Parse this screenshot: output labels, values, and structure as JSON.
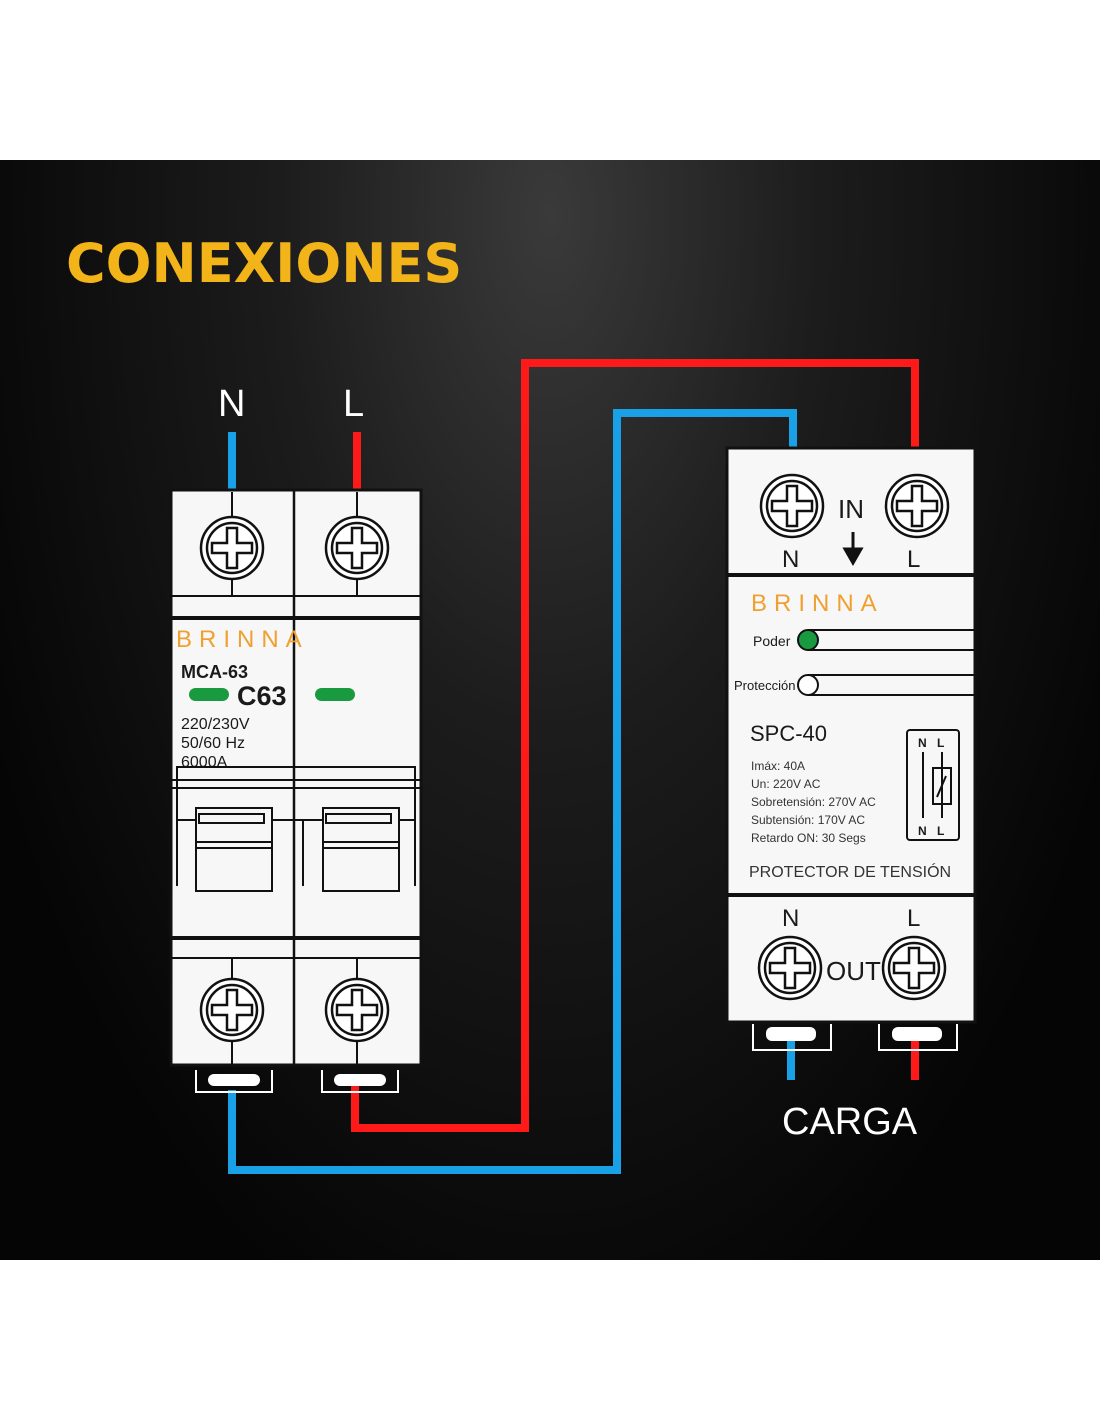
{
  "title": "CONEXIONES",
  "input_labels": {
    "n": "N",
    "l": "L"
  },
  "breaker": {
    "brand": "BRINNA",
    "model": "MCA-63",
    "rating": "C63",
    "voltage": "220/230V",
    "frequency": "50/60 Hz",
    "breaking_capacity": "6000A"
  },
  "protector": {
    "in_label": "IN",
    "out_label": "OUT",
    "n": "N",
    "l": "L",
    "brand": "BRINNA",
    "power_label": "Poder",
    "protection_label": "Protección",
    "model": "SPC-40",
    "specs": [
      "Imáx: 40A",
      "Un: 220V AC",
      "Sobretensión: 270V AC",
      "Subtensión: 170V AC",
      "Retardo ON: 30 Segs"
    ],
    "description": "PROTECTOR DE TENSIÓN"
  },
  "load_label": "CARGA",
  "colors": {
    "accent": "#f2b418",
    "live": "#ff1a1a",
    "neutral": "#1aa0e6",
    "led": "#1a9a40",
    "brand": "#f0a030"
  }
}
